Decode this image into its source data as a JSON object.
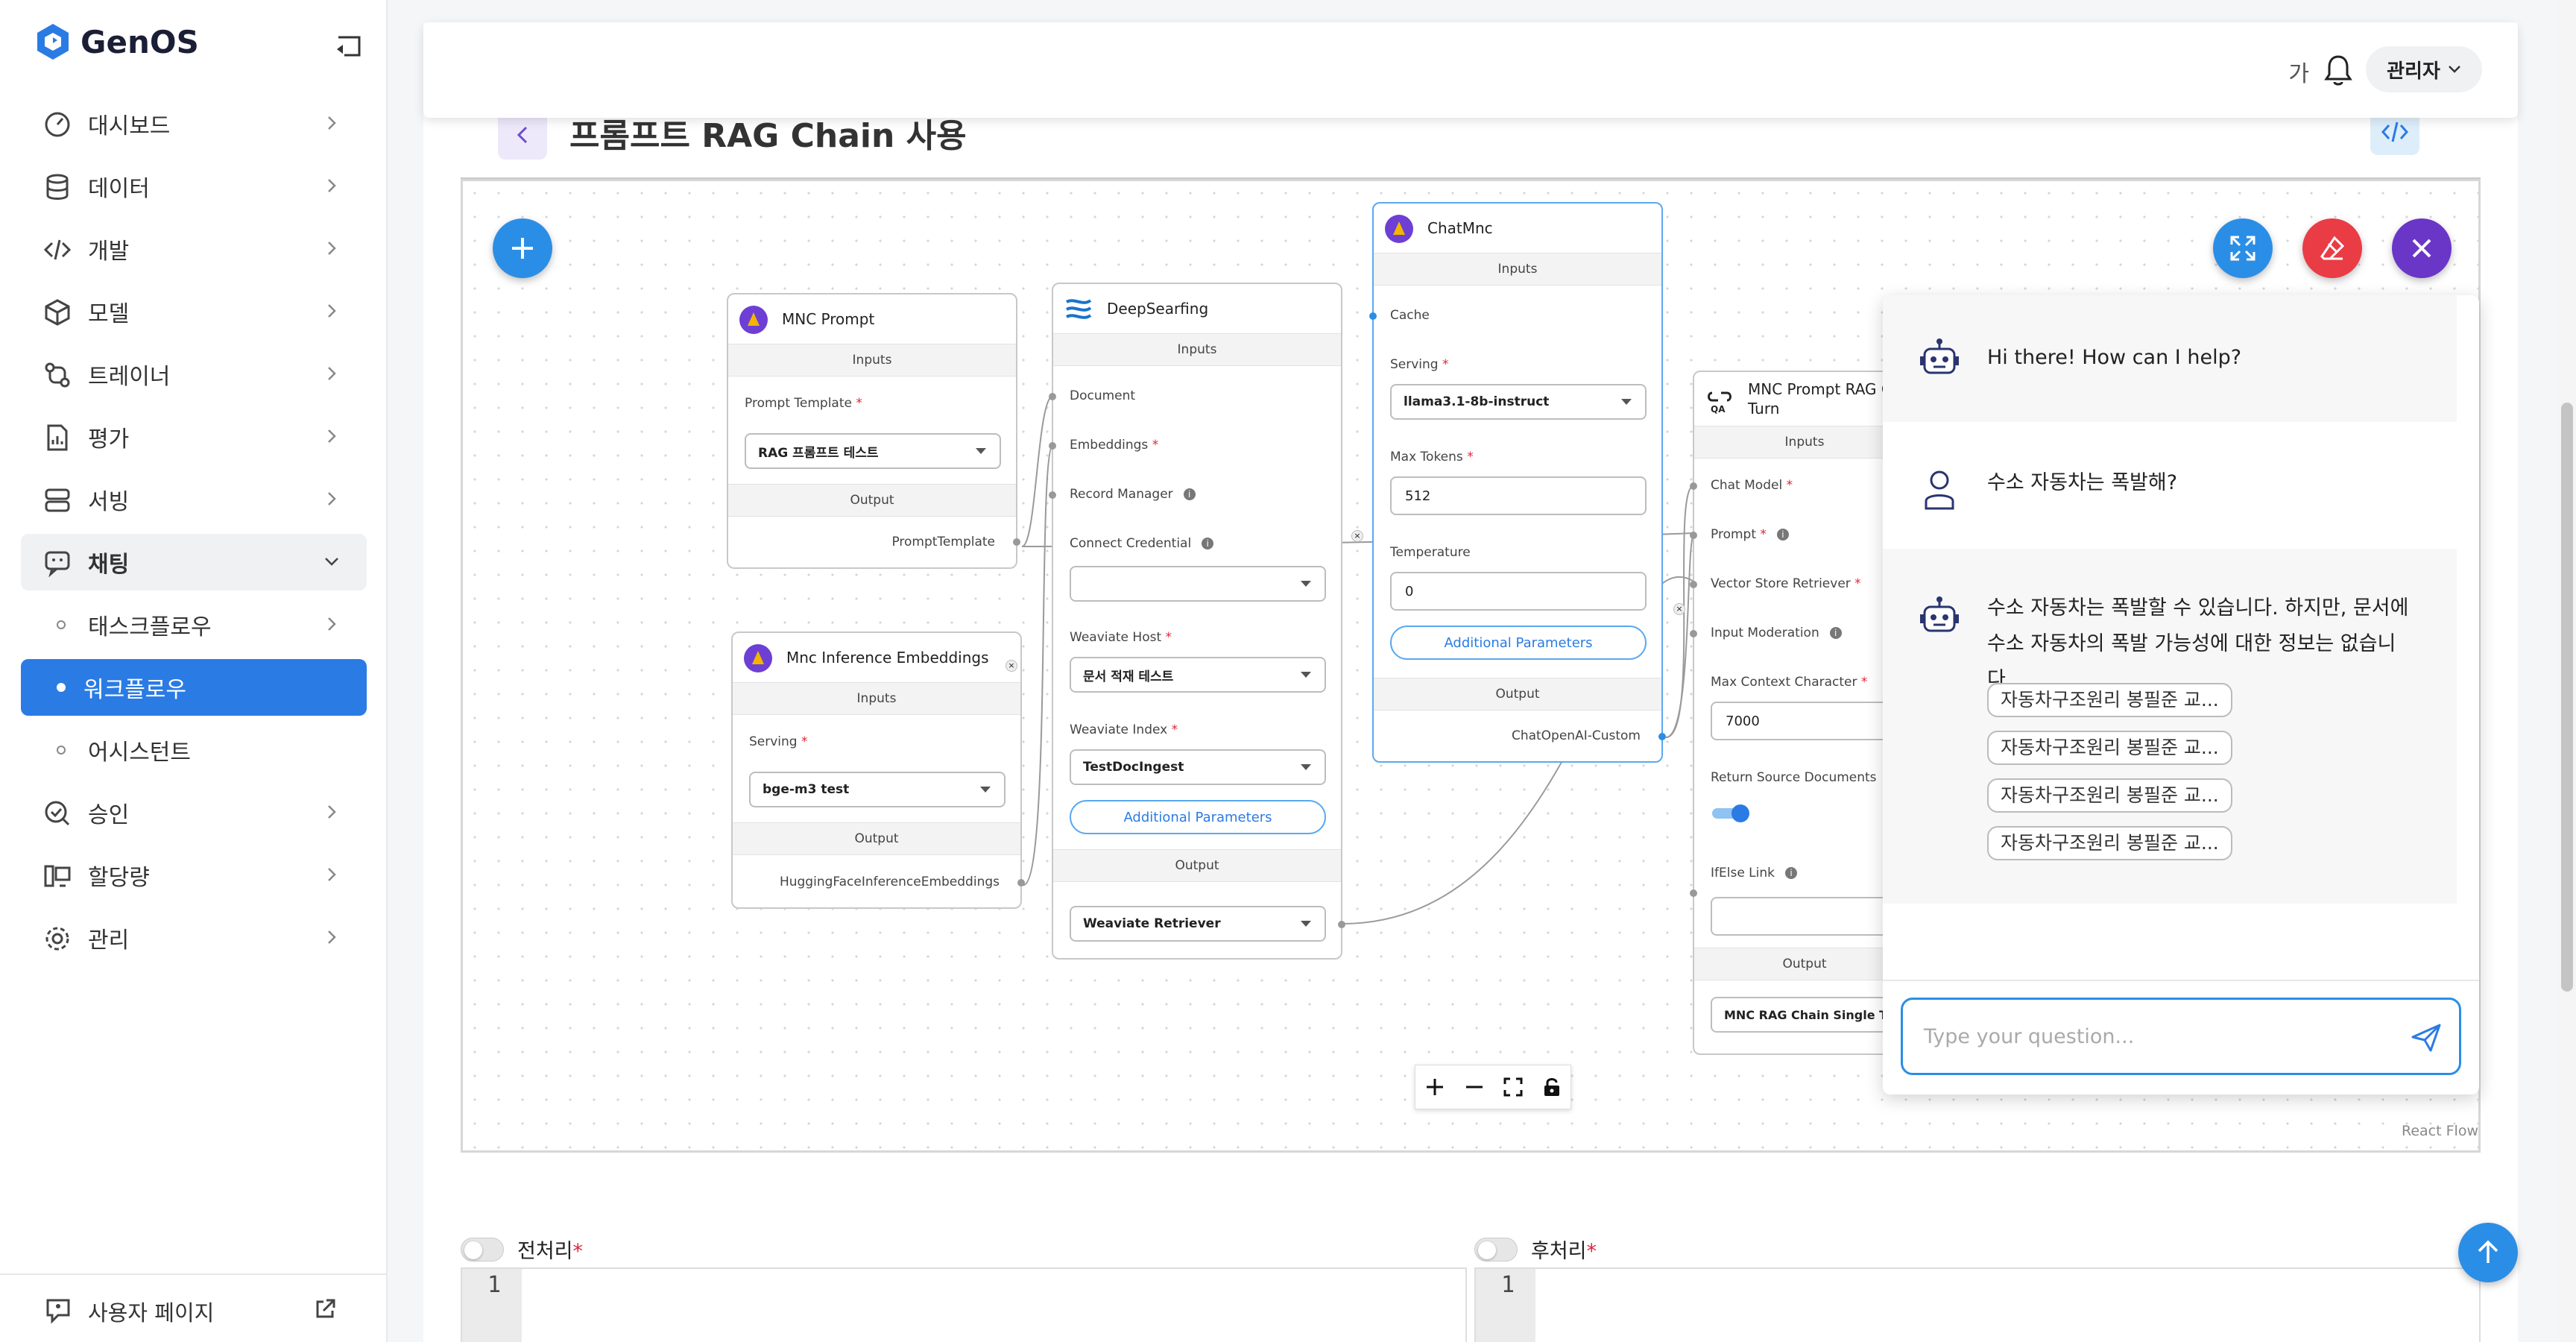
{
  "app": {
    "name": "GenOS"
  },
  "sidebar": {
    "items": [
      {
        "label": "대시보드",
        "icon": "dashboard-gauge-icon"
      },
      {
        "label": "데이터",
        "icon": "database-icon"
      },
      {
        "label": "개발",
        "icon": "code-icon"
      },
      {
        "label": "모델",
        "icon": "cube-icon"
      },
      {
        "label": "트레이너",
        "icon": "trainer-flow-icon"
      },
      {
        "label": "평가",
        "icon": "report-chart-icon"
      },
      {
        "label": "서빙",
        "icon": "server-icon"
      },
      {
        "label": "채팅",
        "icon": "chat-bot-icon"
      },
      {
        "label": "태스크플로우"
      },
      {
        "label": "워크플로우"
      },
      {
        "label": "어시스턴트"
      },
      {
        "label": "승인",
        "icon": "approval-check-icon"
      },
      {
        "label": "할당량",
        "icon": "quota-monitor-icon"
      },
      {
        "label": "관리",
        "icon": "gear-icon"
      }
    ],
    "footer_label": "사용자 페이지"
  },
  "header": {
    "lang": "가",
    "user": "관리자"
  },
  "page": {
    "title": "프롬프트 RAG Chain 사용"
  },
  "nodes": {
    "mnc_prompt": {
      "title": "MNC Prompt",
      "inputs": "Inputs",
      "field": "Prompt Template",
      "value": "RAG 프롬프트 테스트",
      "output": "Output",
      "output_value": "PromptTemplate"
    },
    "embeddings": {
      "title": "Mnc Inference Embeddings",
      "inputs": "Inputs",
      "field": "Serving",
      "value": "bge-m3 test",
      "output": "Output",
      "output_value": "HuggingFaceInferenceEmbeddings"
    },
    "deepsearfing": {
      "title": "DeepSearfing",
      "inputs": "Inputs",
      "document": "Document",
      "embeddings": "Embeddings",
      "record_manager": "Record Manager",
      "connect_credential": "Connect Credential",
      "host_label": "Weaviate Host",
      "host_value": "문서 적재 테스트",
      "index_label": "Weaviate Index",
      "index_value": "TestDocIngest",
      "additional": "Additional Parameters",
      "output": "Output",
      "output_value": "Weaviate Retriever"
    },
    "chatmnc": {
      "title": "ChatMnc",
      "inputs": "Inputs",
      "cache": "Cache",
      "serving_label": "Serving",
      "serving_value": "llama3.1-8b-instruct",
      "max_tokens_label": "Max Tokens",
      "max_tokens_value": "512",
      "temperature_label": "Temperature",
      "temperature_value": "0",
      "additional": "Additional Parameters",
      "output": "Output",
      "output_value": "ChatOpenAI-Custom"
    },
    "rag_chain": {
      "title_line1": "MNC Prompt RAG C",
      "title_line2": "Turn",
      "inputs": "Inputs",
      "chat_model": "Chat Model",
      "prompt": "Prompt",
      "vector_store": "Vector Store Retriever",
      "input_moderation": "Input Moderation",
      "max_context_label": "Max Context Character",
      "max_context_value": "7000",
      "return_source": "Return Source Documents",
      "return_source_on": true,
      "ifelse": "IfElse Link",
      "output": "Output",
      "output_value": "MNC RAG Chain Single Tur"
    }
  },
  "chat": {
    "messages": [
      {
        "role": "bot",
        "text": "Hi there! How can I help?"
      },
      {
        "role": "user",
        "text": "수소 자동차는 폭발해?"
      },
      {
        "role": "bot",
        "text": "수소 자동차는 폭발할 수 있습니다. 하지만, 문서에 수소 자동차의 폭발 가능성에 대한 정보는 없습니다."
      }
    ],
    "sources": [
      "자동차구조원리 봉필준 교...",
      "자동차구조원리 봉필준 교...",
      "자동차구조원리 봉필준 교...",
      "자동차구조원리 봉필준 교..."
    ],
    "placeholder": "Type your question..."
  },
  "canvas": {
    "attribution": "React Flow"
  },
  "bottom": {
    "pre_label": "전처리",
    "post_label": "후처리",
    "line": "1"
  },
  "colors": {
    "primary": "#2b7be4",
    "fab_blue": "#2b8ee6",
    "fab_red": "#ea3c45",
    "fab_purple": "#6a36c7",
    "logo": "#2b7be4"
  }
}
